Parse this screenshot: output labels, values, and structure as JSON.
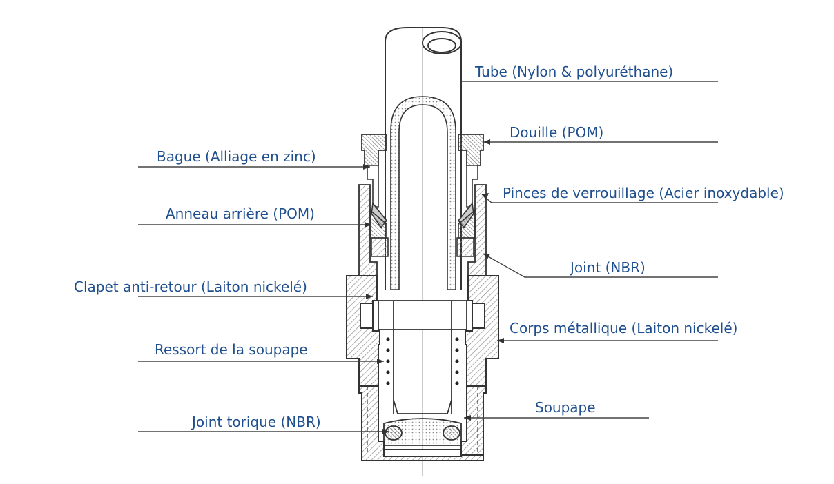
{
  "colors": {
    "label_text": "#1f4f8e",
    "line": "#333333",
    "hatch": "#7a7a7a",
    "background": "#ffffff"
  },
  "labels": {
    "tube": "Tube  (Nylon & polyuréthane)",
    "douille": "Douille  (POM)",
    "bague": "Bague (Alliage en zinc)",
    "pinces": "Pinces de verrouillage (Acier inoxydable)",
    "anneau": "Anneau arrière (POM)",
    "joint": "Joint (NBR)",
    "clapet": "Clapet anti-retour (Laiton nickelé)",
    "corps": "Corps métallique (Laiton nickelé)",
    "ressort": "Ressort de la soupape",
    "soupape": "Soupape",
    "joint_torique": "Joint torique (NBR)"
  }
}
